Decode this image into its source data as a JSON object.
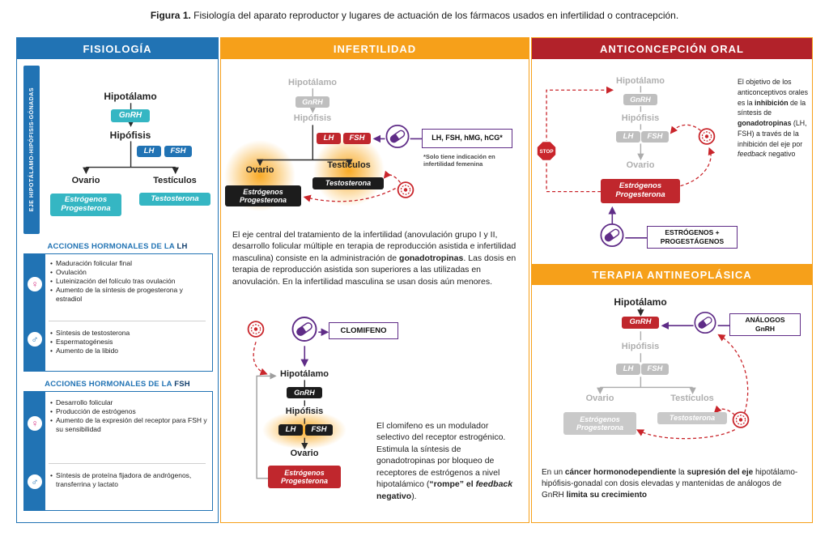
{
  "caption": {
    "bold": "Figura 1.",
    "text": " Fisiología del aparato reproductor y lugares de actuación de los fármacos usados en infertilidad o contracepción."
  },
  "colors": {
    "blue": "#2173B4",
    "teal": "#35B6C3",
    "orange": "#F6A01A",
    "dark_red": "#B2222A",
    "red": "#C0272D",
    "purple": "#5F2C87",
    "gray": "#BFBFBF",
    "arrow_red": "#C9252B"
  },
  "icons": {
    "female_symbol": "♀",
    "male_symbol": "♂"
  },
  "axis": {
    "hipotalamo": "Hipotálamo",
    "gnrh": "GnRH",
    "hipofisis": "Hipófisis",
    "lh": "LH",
    "fsh": "FSH",
    "ovario": "Ovario",
    "testiculos": "Testículos",
    "estrogenos": "Estrógenos",
    "progesterona": "Progesterona",
    "testosterona": "Testosterona"
  },
  "fisiologia": {
    "header": "FISIOLOGÍA",
    "axis_label": "EJE HIPOTÁLAMO-HIPÓFISIS-GÓNADAS",
    "lh_actions": {
      "title": "ACCIONES HORMONALES DE LA ",
      "hormone": "LH",
      "female": [
        "Maduración folicular final",
        "Ovulación",
        "Luteinización del folículo tras ovulación",
        "Aumento de la síntesis de progesterona y estradiol"
      ],
      "male": [
        "Síntesis de testosterona",
        "Espermatogénesis",
        "Aumento de la libido"
      ]
    },
    "fsh_actions": {
      "title": "ACCIONES HORMONALES DE LA ",
      "hormone": "FSH",
      "female": [
        "Desarrollo folicular",
        "Producción de estrógenos",
        "Aumento de la expresión del receptor para FSH y su sensibilidad"
      ],
      "male": [
        "Síntesis de proteína fijadora de andrógenos, transferrina y lactato"
      ]
    }
  },
  "infertilidad": {
    "header": "INFERTILIDAD",
    "drug_box": "LH, FSH, hMG, hCG*",
    "footnote": "*Solo tiene indicación en infertilidad femenina",
    "paragraph": {
      "p1": "El eje central del tratamiento de la infertilidad (anovulación grupo I y II, desarrollo folicular múltiple en terapia de reproducción asistida e infertilidad masculina) consiste en la administración de ",
      "b1": "gonadotropinas",
      "p2": ". Las dosis en terapia de reproducción asistida son superiores a las utilizadas en anovulación. En la infertilidad masculina se usan dosis aún menores."
    },
    "clomifeno_box": "CLOMIFENO",
    "clomifeno_text": {
      "p1": "El clomifeno es un modulador selectivo del receptor estrogénico. Estimula la síntesis de gonadotropinas por bloqueo de receptores de estrógenos a nivel hipotalámico (",
      "b1": "“rompe” el ",
      "bi": "feedback",
      "b2": " negativo",
      "p2": ")."
    }
  },
  "anticoncepcion": {
    "header": "ANTICONCEPCIÓN ORAL",
    "stop_label": "STOP",
    "drug": {
      "line1": "ESTRÓGENOS +",
      "line2": "PROGESTÁGENOS"
    },
    "side_text": {
      "p1": "El objetivo de los anticonceptivos orales es la ",
      "b1": "inhibición",
      "p2": " de la síntesis de ",
      "b2": "gonadotropinas",
      "p3": " (LH, FSH) a través de la inhibición del eje por ",
      "i1": "feedback",
      "p4": " negativo"
    }
  },
  "terapia": {
    "header": "TERAPIA ANTINEOPLÁSICA",
    "drug": {
      "line1": "ANÁLOGOS",
      "line2": "GnRH"
    },
    "bottom_text": {
      "p1": "En un ",
      "b1": "cáncer hormonodependiente",
      "p2": " la ",
      "b2": "supresión del eje",
      "p3": " hipotálamo-hipófisis-gonadal con dosis elevadas y mantenidas de análogos de GnRH ",
      "b3": "limita su crecimiento"
    }
  }
}
